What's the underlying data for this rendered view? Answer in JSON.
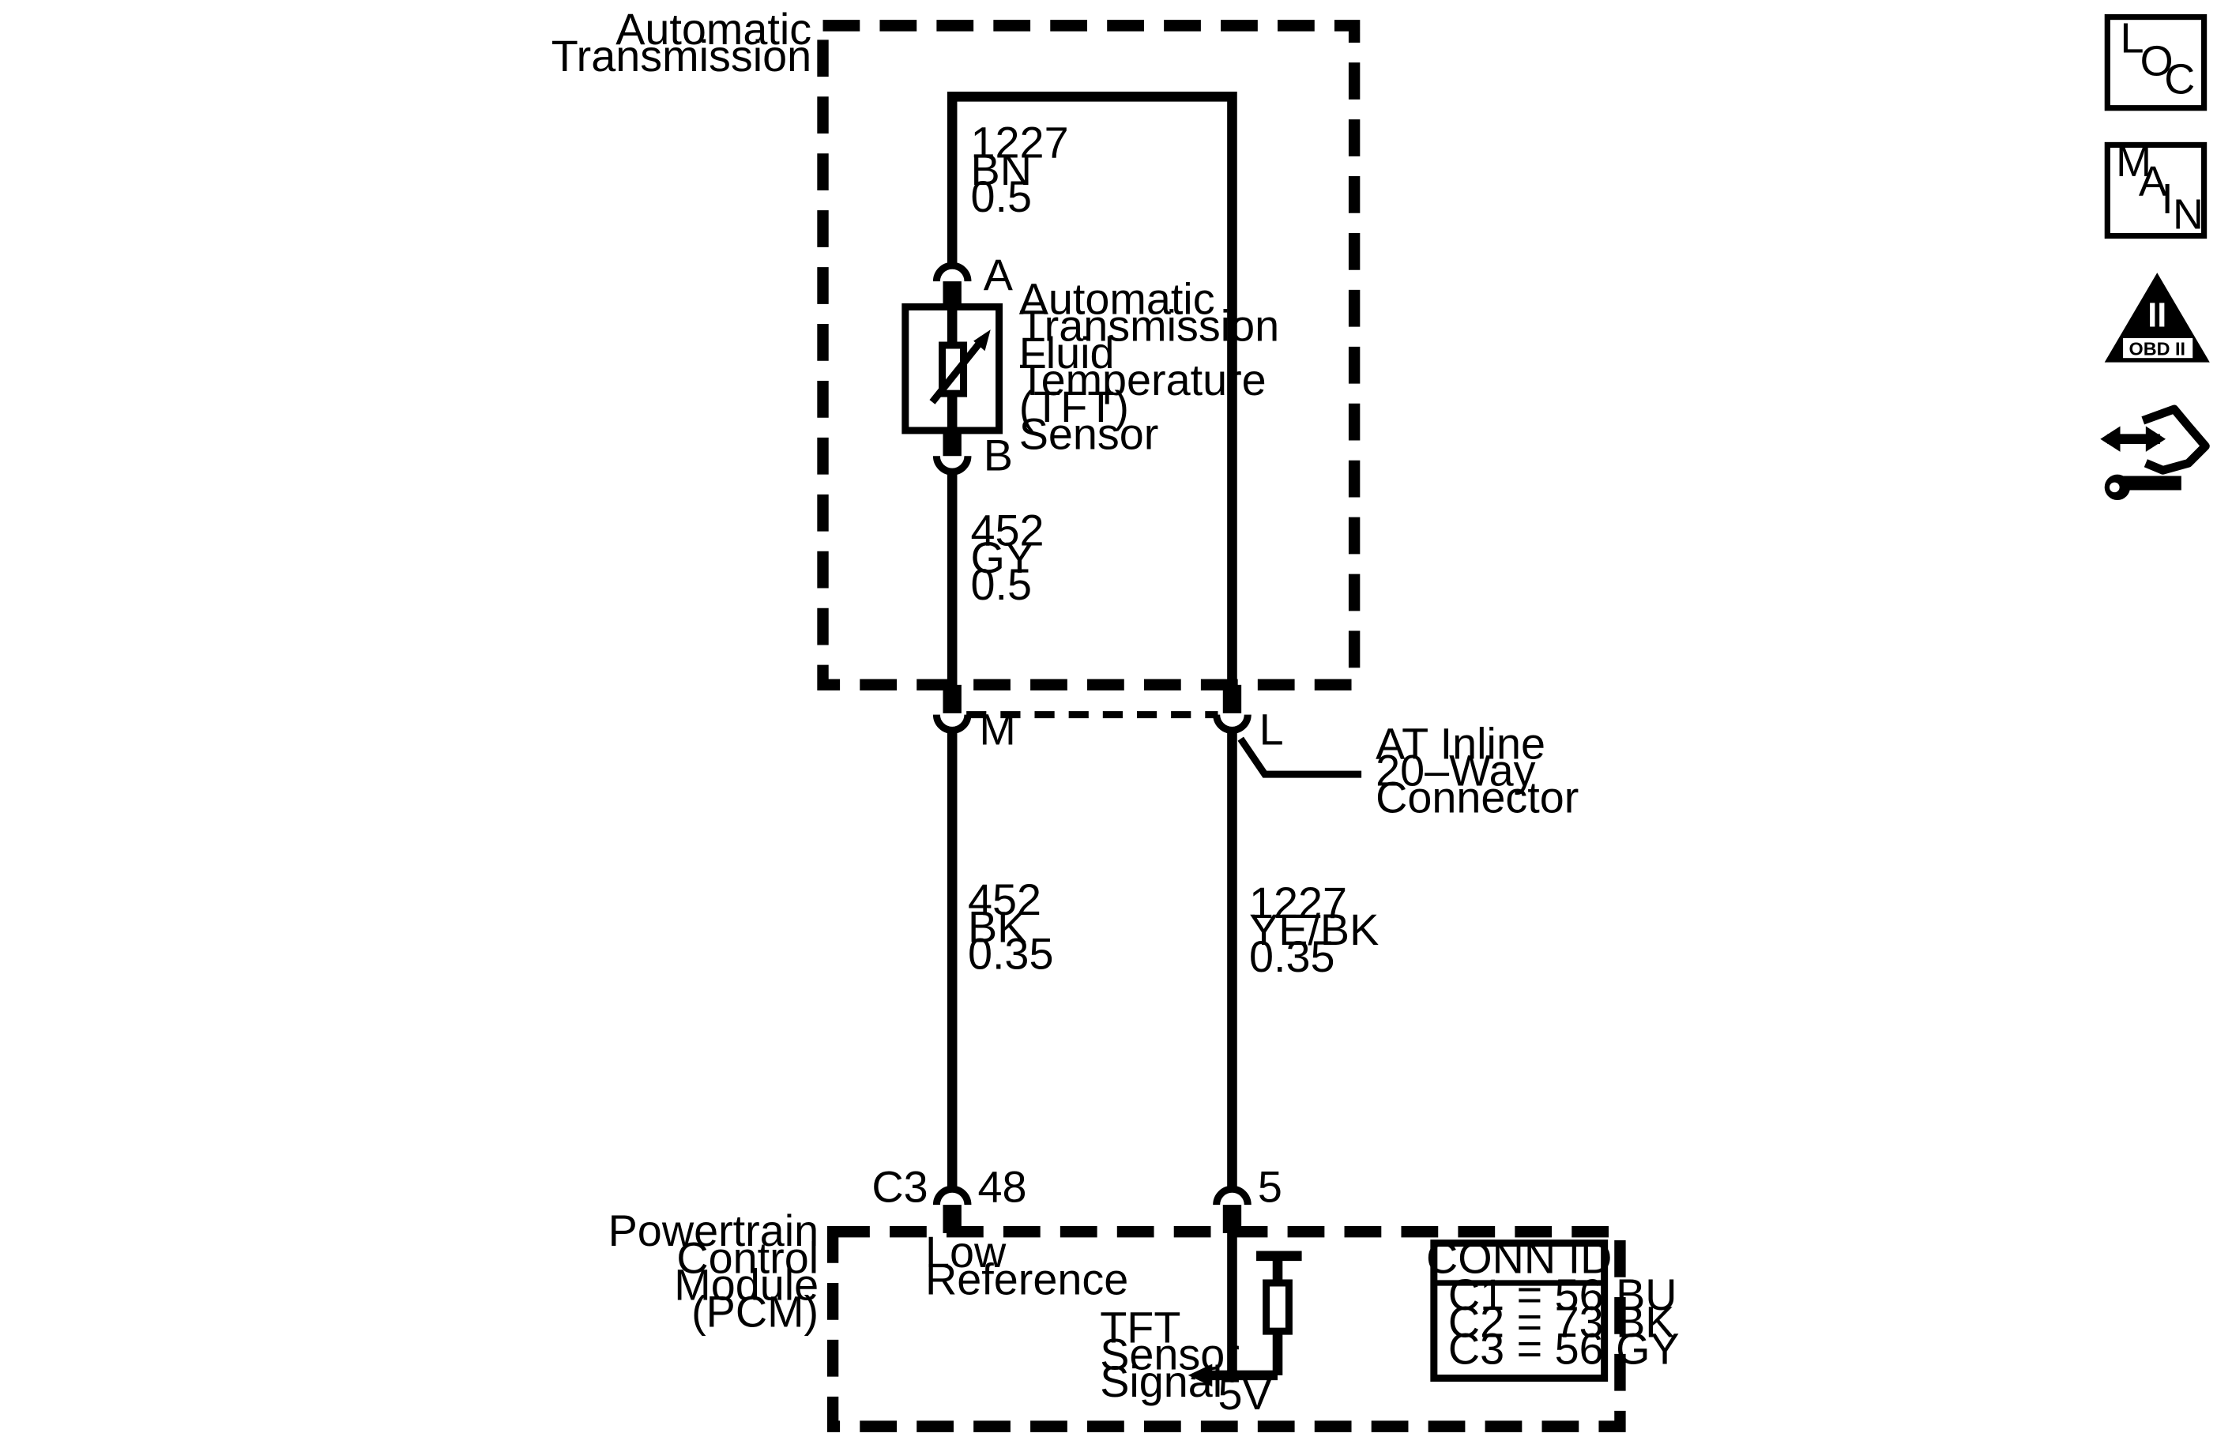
{
  "harness": {
    "transmission_label": [
      "Automatic",
      "Transmission"
    ],
    "pcm_label": [
      "Powertrain",
      "Control",
      "Module",
      "(PCM)"
    ]
  },
  "sensor": {
    "name_lines": [
      "Automatic",
      "Transmission",
      "Fluid",
      "Temperature",
      "(TFT)",
      "Sensor"
    ],
    "pin_a": "A",
    "pin_b": "B"
  },
  "wires": {
    "top_circuit": [
      "1227",
      "BN",
      "0.5"
    ],
    "sensor_low": [
      "452",
      "GY",
      "0.5"
    ],
    "low_ref": [
      "452",
      "BK",
      "0.35"
    ],
    "signal": [
      "1227",
      "YE/BK",
      "0.35"
    ]
  },
  "inline_connector": {
    "pin_left": "M",
    "pin_right": "L",
    "label": [
      "AT Inline",
      "20–Way",
      "Connector"
    ]
  },
  "pcm_connector": {
    "connector": "C3",
    "pin_left": "48",
    "pin_right": "5",
    "low_ref_label": [
      "Low",
      "Reference"
    ],
    "signal_label": [
      "TFT",
      "Sensor",
      "Signal"
    ],
    "voltage": "5V"
  },
  "conn_id": {
    "title": "CONN ID",
    "rows": [
      "C1 = 56 BU",
      "C2 = 73 BK",
      "C3 = 56 GY"
    ]
  },
  "side_icons": {
    "loc": [
      "L",
      "O",
      "C"
    ],
    "main": [
      "M",
      "A",
      "I",
      "N"
    ],
    "obd": [
      "II",
      "OBD II"
    ],
    "nav": "connector-tool-icon"
  }
}
